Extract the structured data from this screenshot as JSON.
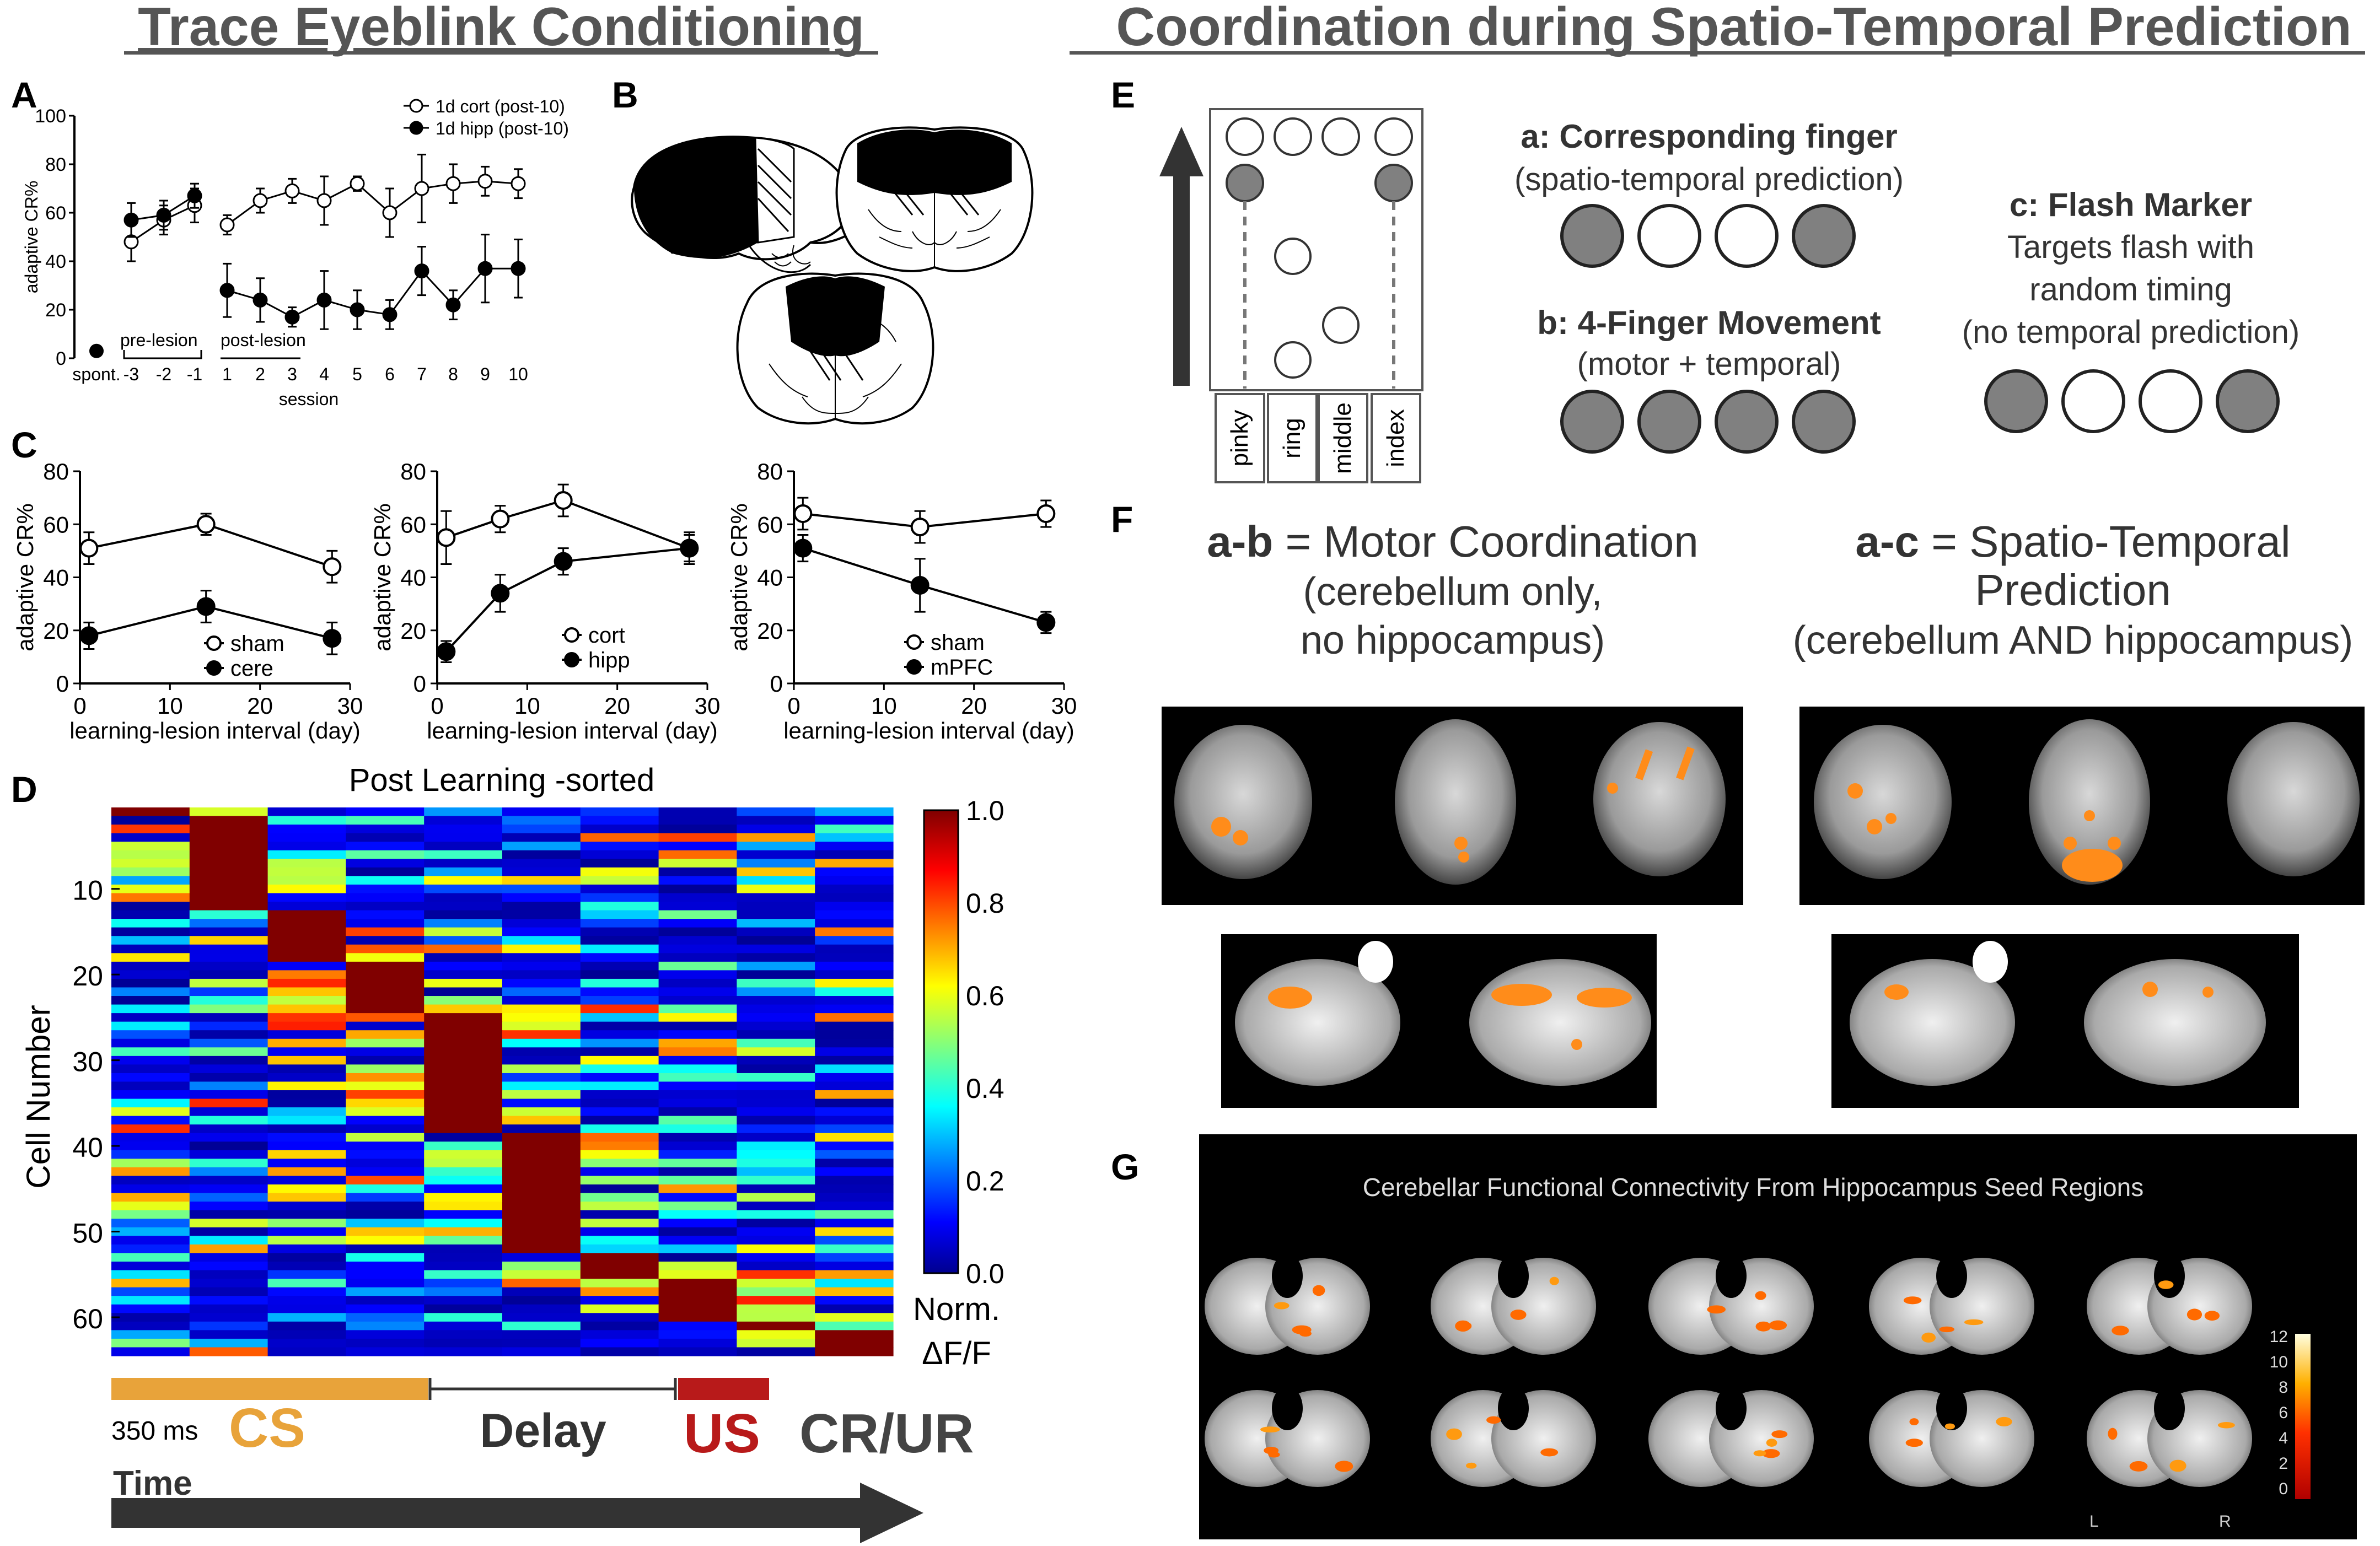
{
  "titles": {
    "left": "Trace Eyeblink Conditioning",
    "right": "Coordination during Spatio-Temporal Prediction"
  },
  "panel_letters": [
    "A",
    "B",
    "C",
    "D",
    "E",
    "F",
    "G"
  ],
  "chart_data": [
    {
      "panel": "A",
      "type": "line",
      "ylabel": "adaptive CR%",
      "xlabel": "session",
      "ylim": [
        0,
        100
      ],
      "yticks": [
        0,
        20,
        40,
        60,
        80,
        100
      ],
      "xtick_labels": [
        "spont.",
        "-3",
        "-2",
        "-1",
        "1",
        "2",
        "3",
        "4",
        "5",
        "6",
        "7",
        "8",
        "9",
        "10"
      ],
      "group_labels": [
        "pre-lesion",
        "post-lesion"
      ],
      "series": [
        {
          "name": "1d cort (post-10)",
          "marker": "open",
          "pre": {
            "x": [
              -3,
              -2,
              -1
            ],
            "y": [
              48,
              57,
              63
            ],
            "err": [
              8,
              6,
              7
            ]
          },
          "post": {
            "x": [
              1,
              2,
              3,
              4,
              5,
              6,
              7,
              8,
              9,
              10
            ],
            "y": [
              55,
              65,
              69,
              65,
              72,
              60,
              70,
              72,
              73,
              72
            ],
            "err": [
              4,
              5,
              5,
              10,
              3,
              10,
              14,
              8,
              6,
              6
            ]
          }
        },
        {
          "name": "1d hipp (post-10)",
          "marker": "filled",
          "pre": {
            "x": [
              -3,
              -2,
              -1
            ],
            "y": [
              57,
              59,
              67
            ],
            "err": [
              7,
              6,
              5
            ]
          },
          "post": {
            "x": [
              1,
              2,
              3,
              4,
              5,
              6,
              7,
              8,
              9,
              10
            ],
            "y": [
              28,
              24,
              17,
              24,
              20,
              18,
              36,
              22,
              37,
              37
            ],
            "err": [
              11,
              9,
              4,
              12,
              8,
              6,
              10,
              6,
              14,
              12
            ]
          }
        }
      ],
      "spont": {
        "y": 3
      }
    },
    {
      "panel": "C1",
      "type": "line",
      "ylabel": "adaptive CR%",
      "xlabel": "learning-lesion interval (day)",
      "ylim": [
        0,
        80
      ],
      "xlim": [
        0,
        30
      ],
      "yticks": [
        0,
        20,
        40,
        60,
        80
      ],
      "xticks": [
        0,
        10,
        20,
        30
      ],
      "series": [
        {
          "name": "sham",
          "marker": "open",
          "x": [
            1,
            14,
            28
          ],
          "y": [
            51,
            60,
            44
          ],
          "err": [
            6,
            4,
            6
          ]
        },
        {
          "name": "cere",
          "marker": "filled",
          "x": [
            1,
            14,
            28
          ],
          "y": [
            18,
            29,
            17
          ],
          "err": [
            5,
            6,
            6
          ]
        }
      ]
    },
    {
      "panel": "C2",
      "type": "line",
      "ylabel": "adaptive CR%",
      "xlabel": "learning-lesion interval (day)",
      "ylim": [
        0,
        80
      ],
      "xlim": [
        0,
        30
      ],
      "yticks": [
        0,
        20,
        40,
        60,
        80
      ],
      "xticks": [
        0,
        10,
        20,
        30
      ],
      "series": [
        {
          "name": "cort",
          "marker": "open",
          "x": [
            1,
            7,
            14,
            28
          ],
          "y": [
            55,
            62,
            69,
            51
          ],
          "err": [
            10,
            5,
            6,
            5
          ]
        },
        {
          "name": "hipp",
          "marker": "filled",
          "x": [
            1,
            7,
            14,
            28
          ],
          "y": [
            12,
            34,
            46,
            51
          ],
          "err": [
            4,
            7,
            5,
            6
          ]
        }
      ]
    },
    {
      "panel": "C3",
      "type": "line",
      "ylabel": "adaptive CR%",
      "xlabel": "learning-lesion interval (day)",
      "ylim": [
        0,
        80
      ],
      "xlim": [
        0,
        30
      ],
      "yticks": [
        0,
        20,
        40,
        60,
        80
      ],
      "xticks": [
        0,
        10,
        20,
        30
      ],
      "series": [
        {
          "name": "sham",
          "marker": "open",
          "x": [
            1,
            14,
            28
          ],
          "y": [
            64,
            59,
            64
          ],
          "err": [
            6,
            6,
            5
          ]
        },
        {
          "name": "mPFC",
          "marker": "filled",
          "x": [
            1,
            14,
            28
          ],
          "y": [
            51,
            37,
            23
          ],
          "err": [
            5,
            10,
            4
          ]
        }
      ]
    },
    {
      "panel": "D",
      "type": "heatmap",
      "title": "Post Learning -sorted",
      "ylabel": "Cell Number",
      "yticks": [
        10,
        20,
        30,
        40,
        50,
        60
      ],
      "n_rows": 64,
      "n_cols": 10,
      "colorbar_ticks": [
        "0.0",
        "0.2",
        "0.4",
        "0.6",
        "0.8",
        "1.0"
      ],
      "colorbar_label": [
        "Norm.",
        "ΔF/F"
      ],
      "peak_col_ranges": [
        [
          0,
          0,
          1
        ],
        [
          1,
          2,
          12
        ],
        [
          2,
          13,
          18
        ],
        [
          3,
          19,
          24
        ],
        [
          4,
          25,
          38
        ],
        [
          5,
          39,
          52
        ],
        [
          6,
          53,
          55
        ],
        [
          7,
          56,
          60
        ],
        [
          8,
          61,
          61
        ],
        [
          9,
          62,
          64
        ]
      ]
    }
  ],
  "panelD": {
    "timing_label": "350 ms",
    "cs": "CS",
    "delay": "Delay",
    "us": "US",
    "crur": "CR/UR",
    "time": "Time"
  },
  "panelE": {
    "finger_labels": [
      "pinky",
      "ring",
      "middle",
      "index"
    ],
    "a_title": "a: Corresponding finger",
    "a_sub": "(spatio-temporal prediction)",
    "b_title": "b: 4-Finger Movement",
    "b_sub": "(motor + temporal)",
    "c_title": "c: Flash Marker",
    "c_lines": [
      "Targets flash with",
      "random timing",
      "(no temporal prediction)"
    ],
    "a_pattern": [
      1,
      0,
      0,
      1
    ],
    "b_pattern": [
      1,
      1,
      1,
      1
    ],
    "c_pattern": [
      1,
      0,
      0,
      1
    ]
  },
  "panelF": {
    "left_bold": "a-b",
    "left_rest": " = Motor Coordination",
    "left_l2": "(cerebellum only,",
    "left_l3": "no hippocampus)",
    "right_bold": "a-c",
    "right_rest": " = Spatio-Temporal",
    "right_l2": "Prediction",
    "right_l3": "(cerebellum AND hippocampus)"
  },
  "panelG": {
    "title": "Cerebellar Functional Connectivity From Hippocampus Seed Regions",
    "scale_ticks": [
      "12",
      "10",
      "8",
      "6",
      "4",
      "2",
      "0"
    ],
    "L": "L",
    "R": "R"
  },
  "colors": {
    "cs": "#E8A33A",
    "us": "#B81A1A",
    "filled_circle": "#808080",
    "heat_low": "#00008F",
    "heat_high": "#800000"
  }
}
